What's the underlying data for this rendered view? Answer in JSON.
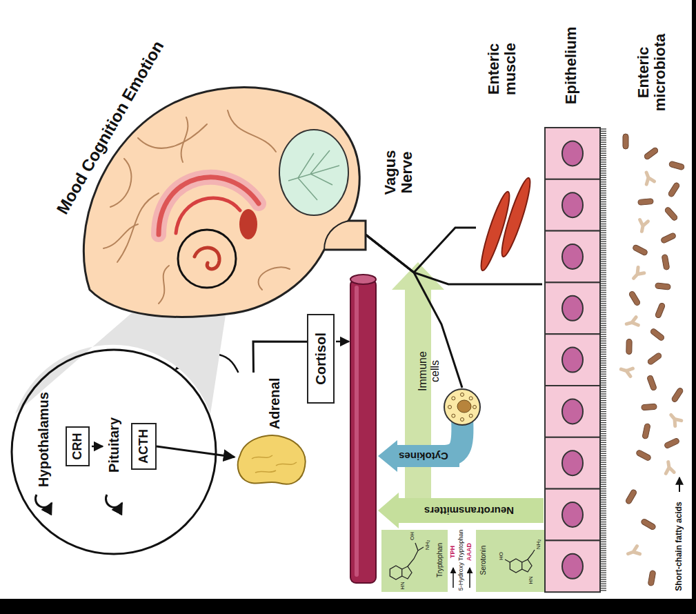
{
  "diagram": {
    "nodes": [
      {
        "text": [
          "Mood Cognition Emotion"
        ]
      },
      {
        "text": [
          "Hypothalamus",
          "Pituitary"
        ]
      },
      {
        "text": [
          "CRH"
        ],
        "in": 1
      },
      {
        "text": [
          "ACTH"
        ],
        "in": 1
      },
      {
        "text": [
          "Adrenal"
        ]
      },
      {
        "text": [
          "Cortisol"
        ]
      },
      {
        "text": [
          "Enteric muscle"
        ]
      },
      {
        "text": [
          "Epithelium"
        ]
      },
      {
        "text": [
          "Enteric microbiota"
        ]
      },
      {
        "text": [
          "Immune cells"
        ]
      },
      {
        "text": [
          "Cytokines"
        ]
      },
      {
        "text": [
          "Neurotransmitters"
        ]
      }
    ],
    "edges": [
      {
        "from": 4,
        "to": 1,
        "arrow": "to"
      },
      {
        "from": 3,
        "to": 4,
        "arrow": "to"
      },
      {
        "from": 4,
        "to": 5,
        "arrow": "none"
      },
      {
        "from": 0,
        "to": 6,
        "arrow": "none"
      },
      {
        "from": 0,
        "to": 7,
        "arrow": "none"
      },
      {
        "from": 0,
        "to": 9,
        "arrow": "none"
      }
    ],
    "labels": [
      "Vagus Nerve",
      "Tryptophan",
      "TPH",
      "5-Hydroxy Tryptophan",
      "AAAD",
      "Serotonin",
      "OH",
      "NH₂",
      "HN",
      "HO",
      "NH₂",
      "HN",
      "Short-chain fatty acids"
    ]
  }
}
